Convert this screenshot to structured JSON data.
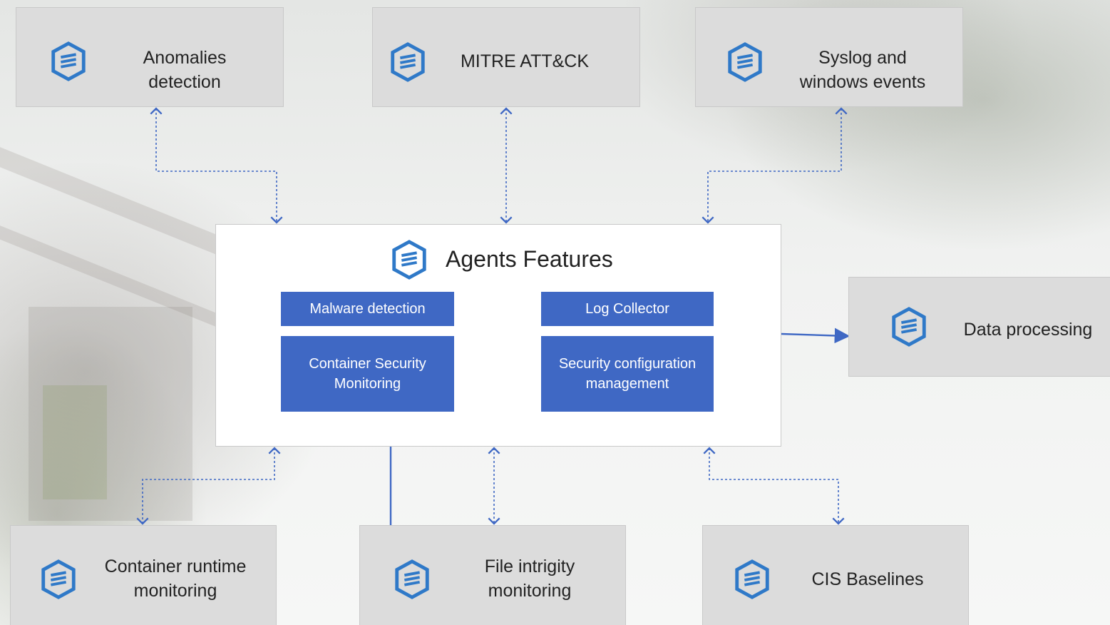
{
  "diagram": {
    "center": {
      "title": "Agents Features",
      "features": [
        "Malware detection",
        "Log Collector",
        "Container Security\nMonitoring",
        "Security configuration\nmanagement"
      ]
    },
    "nodes": {
      "anomalies": "Anomalies\ndetection",
      "mitre": "MITRE ATT&CK",
      "syslog": "Syslog and\nwindows events",
      "data_processing": "Data processing",
      "container_runtime": "Container runtime\nmonitoring",
      "file_integrity": "File intrigity\nmonitoring",
      "cis": "CIS Baselines"
    },
    "colors": {
      "feature_fill": "#3f68c4",
      "connector": "#3f68c4",
      "node_fill": "#dcdcdc",
      "center_fill": "#ffffff"
    },
    "icon": "wazuh-logo-icon"
  }
}
